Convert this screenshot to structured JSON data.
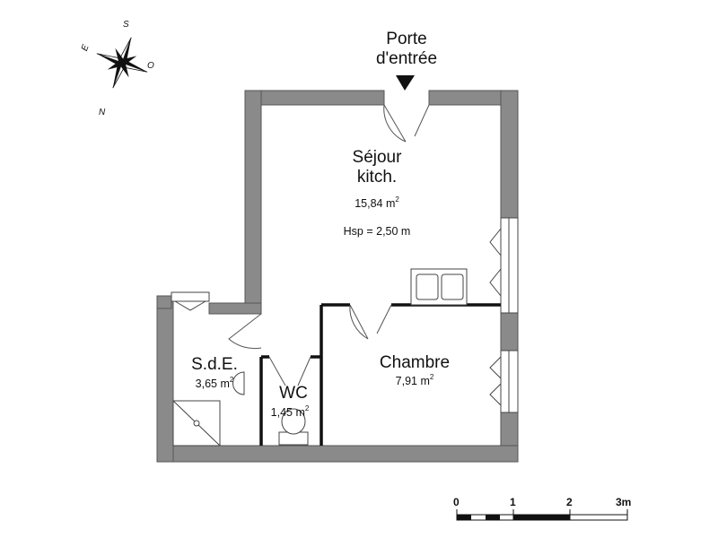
{
  "entrance": {
    "line1": "Porte",
    "line2": "d'entrée"
  },
  "rooms": [
    {
      "id": "sejour",
      "name_line1": "Séjour",
      "name_line2": "kitch.",
      "area_value": "15,84 m",
      "area_exp": "2",
      "extra": "Hsp = 2,50 m"
    },
    {
      "id": "chambre",
      "name": "Chambre",
      "area_value": "7,91 m",
      "area_exp": "2"
    },
    {
      "id": "sde",
      "name": "S.d.E.",
      "area_value": "3,65 m",
      "area_exp": "2"
    },
    {
      "id": "wc",
      "name": "WC",
      "area_value": "1,45 m",
      "area_exp": "2"
    }
  ],
  "compass": {
    "n": "N",
    "s": "S",
    "e": "E",
    "o": "O"
  },
  "scale": {
    "ticks": [
      "0",
      "1",
      "2",
      "3m"
    ]
  },
  "colors": {
    "wall": "#8a8a8a",
    "wall_stroke": "#555555",
    "partition": "#111111"
  }
}
